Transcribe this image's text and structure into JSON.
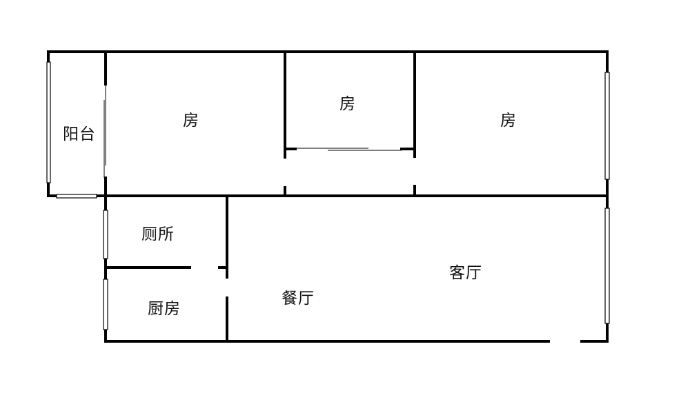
{
  "plan": {
    "rooms": {
      "balcony": "阳台",
      "bedroom_left": "房",
      "bedroom_middle": "房",
      "bedroom_right": "房",
      "toilet": "厕所",
      "kitchen": "厨房",
      "dining": "餐厅",
      "living": "客厅"
    }
  }
}
